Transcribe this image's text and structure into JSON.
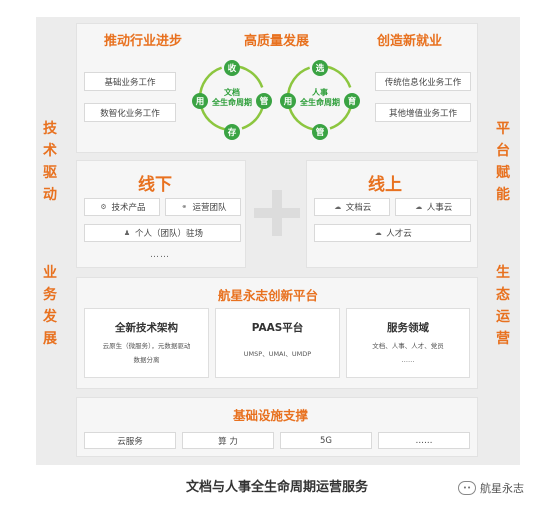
{
  "left_labels": {
    "top": [
      "技",
      "术",
      "驱",
      "动"
    ],
    "bottom": [
      "业",
      "务",
      "发",
      "展"
    ]
  },
  "right_labels": {
    "top": [
      "平",
      "台",
      "赋",
      "能"
    ],
    "bottom": [
      "生",
      "态",
      "运",
      "营"
    ]
  },
  "top": {
    "headers": [
      "推动行业进步",
      "高质量发展",
      "创造新就业"
    ],
    "left_items": [
      "基础业务工作",
      "数智化业务工作"
    ],
    "right_items": [
      "传统信息化业务工作",
      "其他增值业务工作"
    ],
    "cycle_doc": {
      "title_1": "文档",
      "title_2": "全生命周期",
      "nodes": [
        "收",
        "管",
        "存",
        "用"
      ]
    },
    "cycle_hr": {
      "title_1": "人事",
      "title_2": "全生命周期",
      "nodes": [
        "选",
        "育",
        "管",
        "用"
      ]
    }
  },
  "middle": {
    "offline": {
      "title": "线下",
      "items": [
        "技术产品",
        "运营团队",
        "个人（团队）驻场"
      ],
      "more": "……"
    },
    "online": {
      "title": "线上",
      "items": [
        "文档云",
        "人事云",
        "人才云"
      ]
    },
    "plus": "+"
  },
  "platform": {
    "title": "航星永志创新平台",
    "cards": [
      {
        "title": "全新技术架构",
        "lines": [
          "云原生（微服务），元数据驱动",
          "数据分离"
        ]
      },
      {
        "title": "PAAS平台",
        "lines": [
          "UMSP、UMAI、UMDP"
        ]
      },
      {
        "title": "服务领域",
        "lines": [
          "文档、人事、人才、党员",
          "……"
        ]
      }
    ]
  },
  "infra": {
    "title": "基础设施支撑",
    "items": [
      "云服务",
      "算 力",
      "5G",
      "……"
    ]
  },
  "caption": "文档与人事全生命周期运营服务",
  "watermark": "航星永志",
  "colors": {
    "accent": "#e8711f",
    "green": "#3aa343",
    "panel": "#f6f6f6",
    "frame": "#ececec"
  },
  "icons": {
    "tech_product": "gear-icon",
    "ops_team": "link-icon",
    "onsite": "person-icon",
    "doc_cloud": "cloud-icon",
    "hr_cloud": "cloud-icon",
    "talent_cloud": "cloud-icon",
    "wechat": "wechat-icon"
  }
}
